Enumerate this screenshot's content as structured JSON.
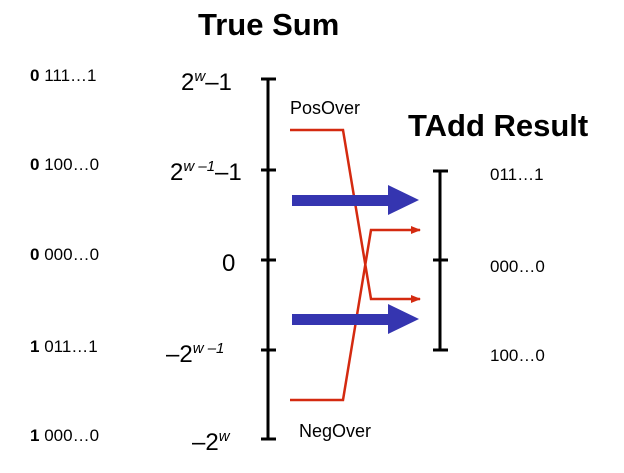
{
  "left_title": "True Sum",
  "right_title": "TAdd Result",
  "bit_patterns": [
    {
      "sign": "0",
      "rest": "111…1"
    },
    {
      "sign": "0",
      "rest": "100…0"
    },
    {
      "sign": "0",
      "rest": "000…0"
    },
    {
      "sign": "1",
      "rest": "011…1"
    },
    {
      "sign": "1",
      "rest": "000…0"
    }
  ],
  "true_sum_ticks": [
    {
      "base": "2",
      "exp": "w",
      "suffix": "–1"
    },
    {
      "base": "2",
      "exp": "w –1",
      "suffix": "–1"
    },
    {
      "base": "0",
      "exp": "",
      "suffix": ""
    },
    {
      "base": "–2",
      "exp": "w –1",
      "suffix": ""
    },
    {
      "base": "–2",
      "exp": "w",
      "suffix": ""
    }
  ],
  "result_ticks": [
    "011…1",
    "000…0",
    "100…0"
  ],
  "overflow_labels": {
    "pos": "PosOver",
    "neg": "NegOver"
  },
  "colors": {
    "overflow_line": "#d42a10",
    "arrow": "#3535b0",
    "axis": "#000000"
  }
}
